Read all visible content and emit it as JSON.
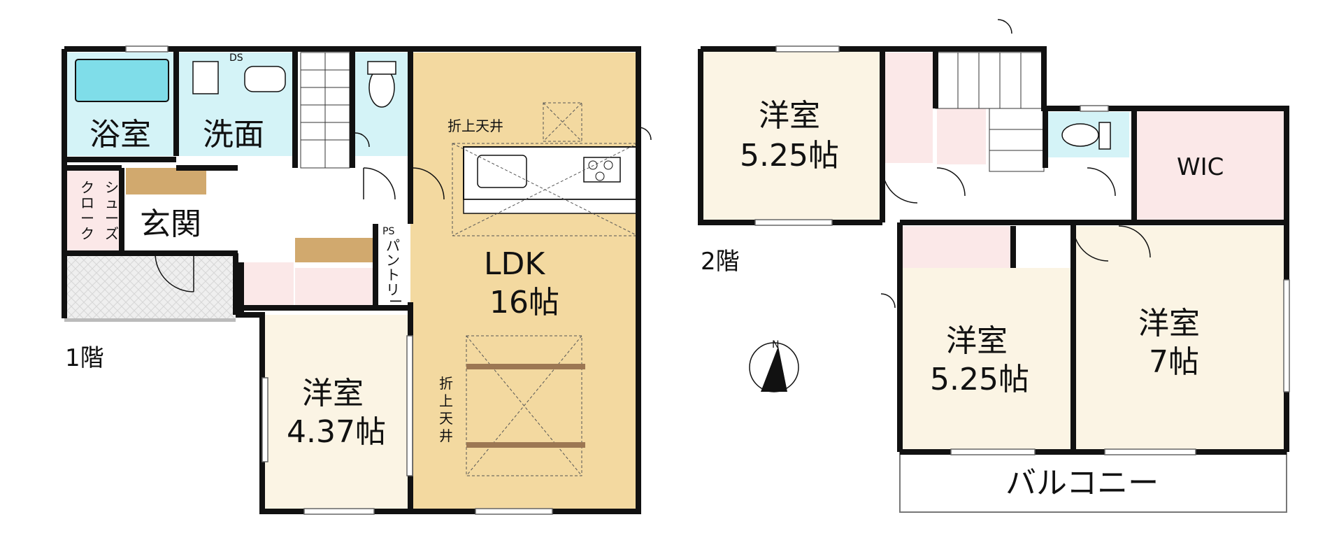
{
  "floors": {
    "first": {
      "floor_label": "1階",
      "rooms": {
        "bath": "浴室",
        "washroom": "洗面",
        "ds": "DS",
        "shoe_cloak": [
          "シ",
          "ュ",
          "ー",
          "ズ",
          "ク",
          "ロ",
          "ー",
          "ク"
        ],
        "entrance": "玄関",
        "ldk_name": "LDK",
        "ldk_size": "16帖",
        "ceiling_top": "折上天井",
        "ceiling_side": [
          "折",
          "上",
          "天",
          "井"
        ],
        "ps": "PS",
        "pantry": [
          "パ",
          "ン",
          "ト",
          "リ",
          "ー"
        ],
        "western_name": "洋室",
        "western_size": "4.37帖"
      }
    },
    "second": {
      "floor_label": "2階",
      "rooms": {
        "western_a_name": "洋室",
        "western_a_size": "5.25帖",
        "wic": "WIC",
        "western_b_name": "洋室",
        "western_b_size": "5.25帖",
        "western_c_name": "洋室",
        "western_c_size": "7帖",
        "balcony": "バルコニー"
      }
    }
  },
  "compass": {
    "north": "N"
  },
  "colors": {
    "wall": "#111111",
    "ldk_floor": "#f3d9a0",
    "western_floor": "#fbf4e4",
    "water_rooms": "#d4f3f7",
    "bathtub": "#7fdde9",
    "closet": "#fbe8e8",
    "wic": "#fbe8e8",
    "stair_wood": "#c99a55",
    "beam": "#9c7753"
  }
}
